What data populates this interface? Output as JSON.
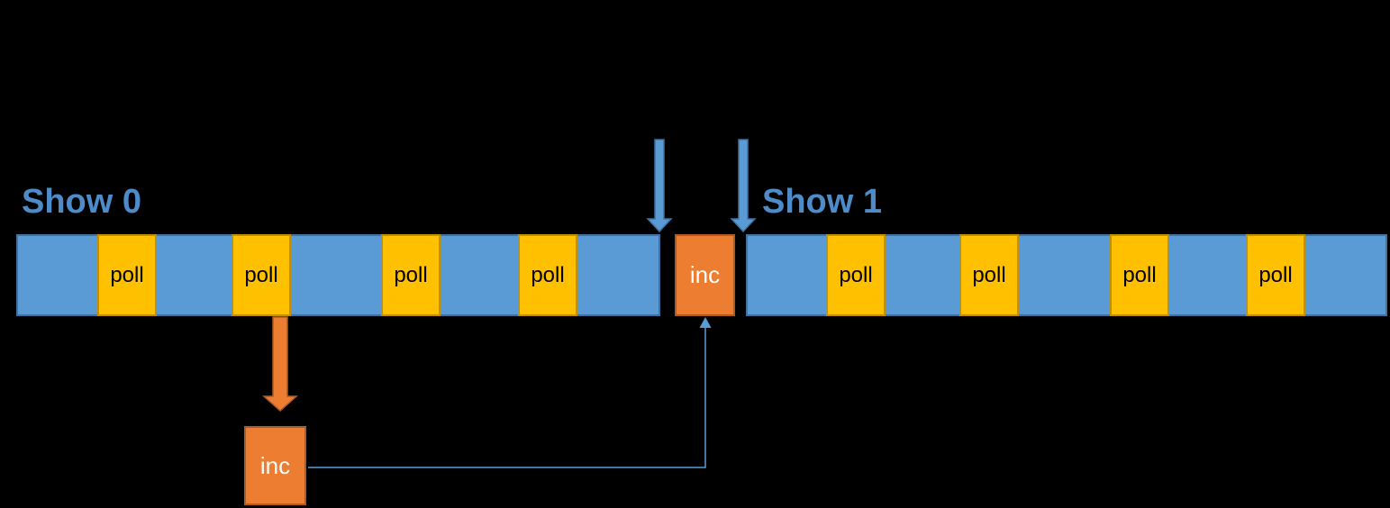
{
  "labels": {
    "show0": "Show 0",
    "show1": "Show 1"
  },
  "timeline": {
    "segment1": {
      "polls": [
        "poll",
        "poll",
        "poll",
        "poll"
      ]
    },
    "segment2": {
      "polls": [
        "poll",
        "poll",
        "poll",
        "poll"
      ]
    },
    "inc_inline": "inc",
    "inc_deferred": "inc"
  },
  "icons": {
    "show0_marker": "down-arrow-icon",
    "show1_marker": "down-arrow-icon",
    "defer_marker": "down-arrow-icon",
    "return_marker": "up-arrow-icon"
  },
  "colors": {
    "background": "#000000",
    "bar_fill": "#5B9BD5",
    "bar_border": "#41719C",
    "poll_fill": "#FFC000",
    "poll_border": "#BF9000",
    "poll_text": "#000000",
    "inc_fill": "#ED7D31",
    "inc_border": "#AE5A21",
    "inc_text": "#FFFFFF",
    "heading_text": "#4E8BC9",
    "connector": "#5B9BD5"
  }
}
